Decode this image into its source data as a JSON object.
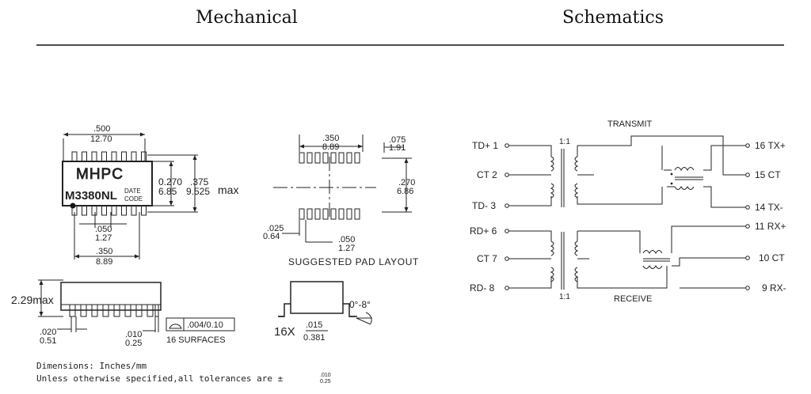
{
  "headers": {
    "mechanical": "Mechanical",
    "schematics": "Schematics"
  },
  "mech": {
    "top_w_in": ".500",
    "top_w_mm": "12.70",
    "part_brand": "MHPC",
    "part_number": "M3380NL",
    "date_code_1": "DATE",
    "date_code_2": "CODE",
    "body_h_in": "0.270",
    "body_h_mm": "6.85",
    "total_h_in": ".375",
    "total_h_mm": "9.525",
    "max_label": "max",
    "pitch_in": ".050",
    "pitch_mm": "1.27",
    "span_in": ".350",
    "span_mm": "8.89",
    "height_label": "2.29max",
    "lead_w_in": ".020",
    "lead_w_mm": "0.51",
    "lead_t_in": ".010",
    "lead_t_mm": "0.25",
    "flat_sym": "⌓",
    "flat_val": ".004/0.10",
    "flat_surfaces": "16 SURFACES"
  },
  "pad": {
    "span_in": ".350",
    "span_mm": "8.89",
    "pad_l_in": ".075",
    "pad_l_mm": "1.91",
    "row_in": ".270",
    "row_mm": "6.86",
    "pad_w_in": ".025",
    "pad_w_mm": "0.64",
    "pitch_in": ".050",
    "pitch_mm": "1.27",
    "caption": "SUGGESTED PAD LAYOUT",
    "angle": "0°-8°",
    "foot_count": "16X",
    "foot_in": ".015",
    "foot_mm": "0.381"
  },
  "notes": {
    "dims": "Dimensions: Inches/mm",
    "tol": "Unless otherwise specified,all tolerances are ±",
    "tol_up": ".010",
    "tol_dn": "0.25"
  },
  "schem": {
    "ratio_top": "1:1",
    "ratio_bot": "1:1",
    "transmit": "TRANSMIT",
    "receive": "RECEIVE",
    "pins": {
      "p1": "TD+ 1",
      "p2": "CT 2",
      "p3": "TD- 3",
      "p6": "RD+ 6",
      "p7": "CT 7",
      "p8": "RD- 8",
      "p16": "16 TX+",
      "p15": "15 CT",
      "p14": "14 TX-",
      "p11": "11 RX+",
      "p10": "10 CT",
      "p9": "9 RX-"
    }
  }
}
